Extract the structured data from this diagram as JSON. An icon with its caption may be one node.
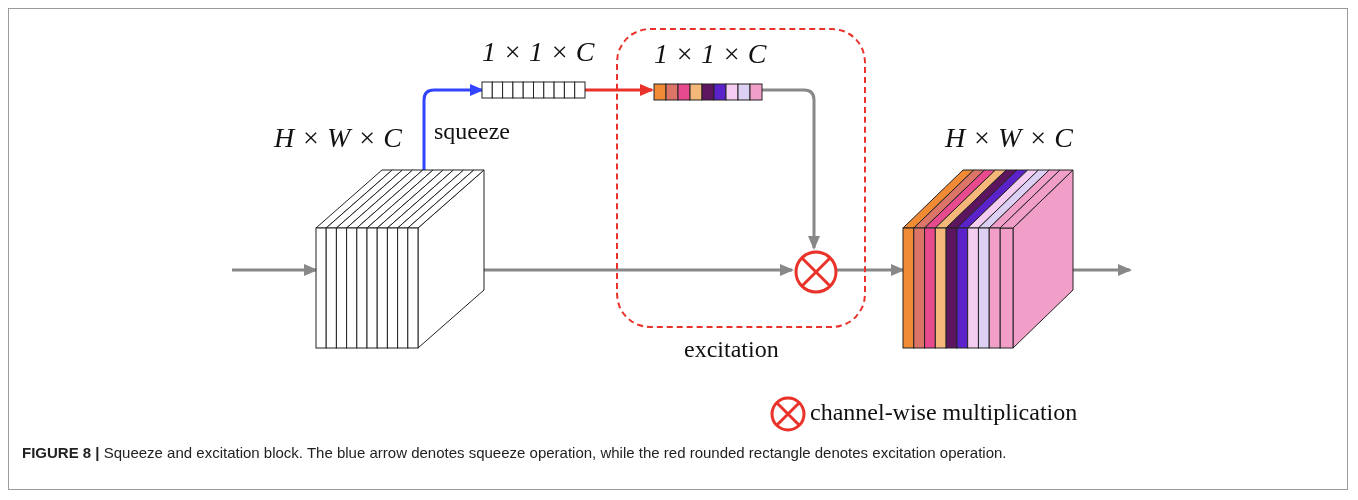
{
  "diagram": {
    "caption": "**FIGURE 8 |** Squeeze and excitation block. The blue arrow denotes squeeze operation, while the red rounded rectangle denotes excitation operation.",
    "nodes": [
      {
        "text": [
          "H × W × C"
        ]
      },
      {
        "text": [
          "1 × 1 × C"
        ]
      },
      {
        "text": [
          "excitation"
        ]
      },
      {
        "text": [
          "1 × 1 × C"
        ],
        "in": 2
      },
      {
        "text": [],
        "shape": "circle",
        "in": 2
      },
      {
        "text": [
          "H × W × C"
        ]
      }
    ],
    "edges": [
      {
        "from": null,
        "to": 0,
        "arrow": "to"
      },
      {
        "from": 0,
        "to": 1,
        "arrow": "to",
        "label": "squeeze",
        "color": "#3344ff"
      },
      {
        "from": 1,
        "to": 3,
        "arrow": "to",
        "color": "#e8322a"
      },
      {
        "from": 3,
        "to": 4,
        "arrow": "to"
      },
      {
        "from": 0,
        "to": 4,
        "arrow": "to"
      },
      {
        "from": 4,
        "to": 5,
        "arrow": "to"
      },
      {
        "from": 5,
        "to": null,
        "arrow": "to"
      }
    ],
    "legend": [
      {
        "text": "channel-wise multiplication"
      }
    ]
  }
}
